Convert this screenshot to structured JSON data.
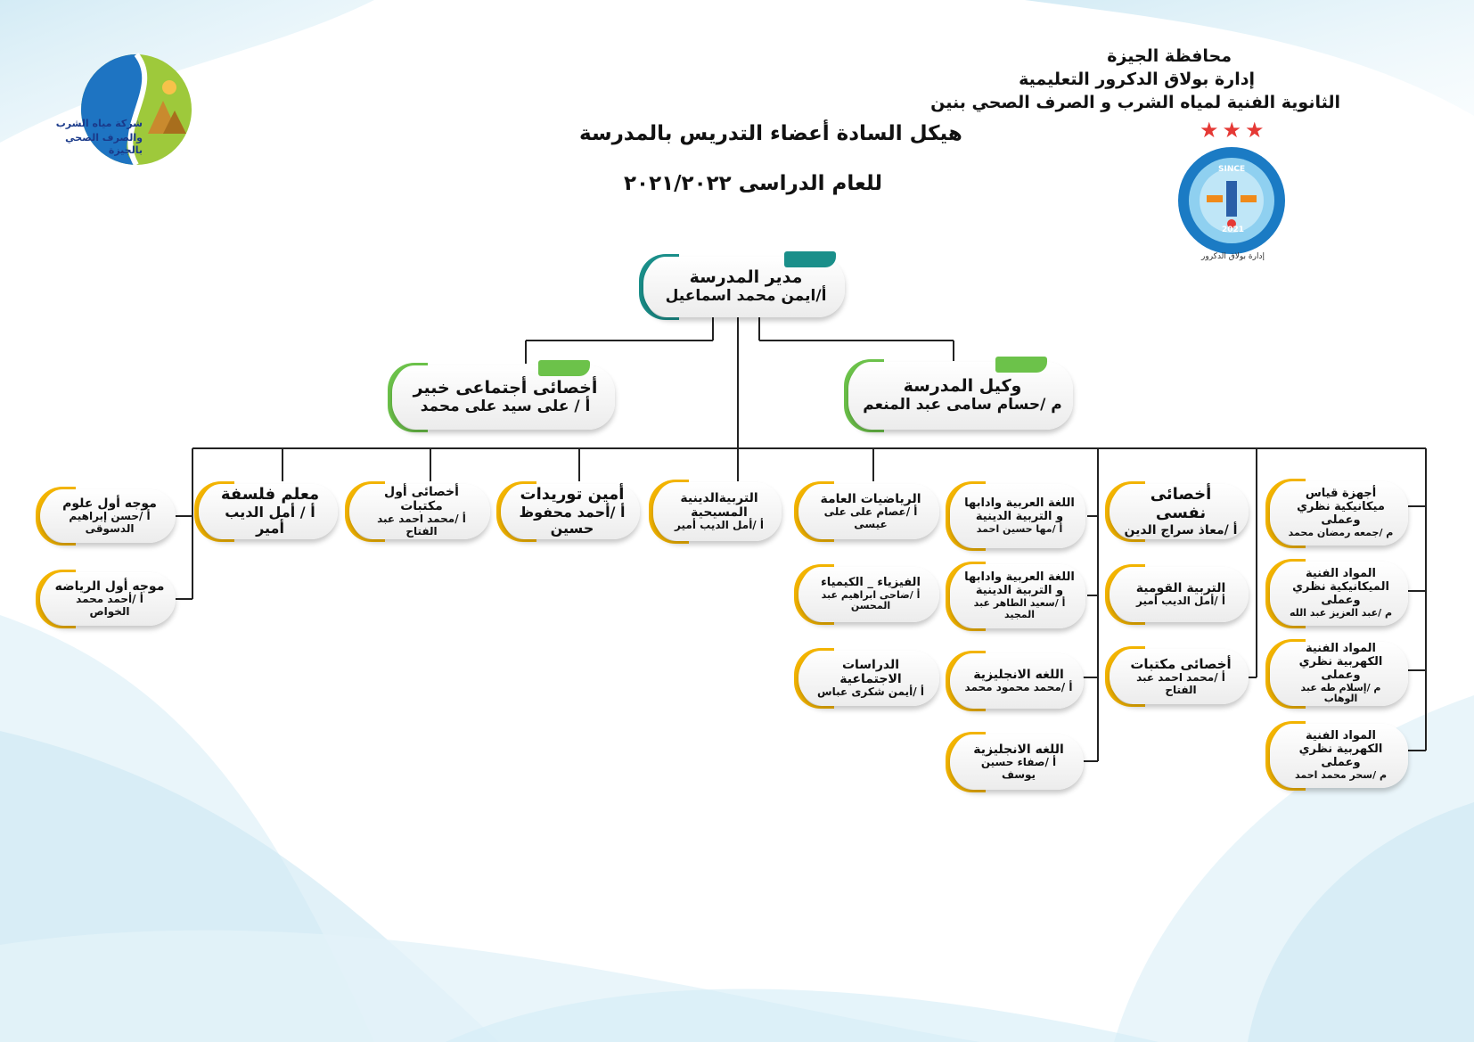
{
  "header": {
    "governorate": "محافظة الجيزة",
    "administration": "إدارة بولاق الدكرور التعليمية",
    "school": "الثانوية الفنية لمياه الشرب و الصرف الصحي بنين"
  },
  "titles": {
    "main": "هيكل السادة أعضاء التدريس بالمدرسة",
    "year": "للعام الدراسى ٢٠٢١/٢٠٢٢"
  },
  "logos": {
    "left_caption_1": "شركة مياه الشرب",
    "left_caption_2": "والصرف الصحي بالجيزة",
    "badge_since": "SINCE",
    "badge_year": "2021",
    "badge_credit": "إدارة بولاق الدكرور",
    "stars": "★★★"
  },
  "colors": {
    "teal": "#1a8f8a",
    "green": "#6cc24a",
    "yellow": "#f3b400",
    "line": "#222222"
  },
  "nodes": {
    "director": {
      "role": "مدير المدرسة",
      "name": "أ/ايمن محمد اسماعيل"
    },
    "social": {
      "role": "أخصائى أجتماعى خبير",
      "name": "أ / على سيد على محمد"
    },
    "deputy": {
      "role": "وكيل المدرسة",
      "name": "م /حسام سامى عبد المنعم"
    },
    "science_sup": {
      "role": "موجه أول علوم",
      "name": "أ /حسن إبراهيم الدسوقى"
    },
    "math_sup": {
      "role": "موجه أول الرياضه",
      "name": "أ /أحمد محمد الخواص"
    },
    "philosophy": {
      "role": "معلم فلسفة",
      "name": "أ / أمل الديب أمير"
    },
    "library_first": {
      "role": "أخصائى أول مكتبات",
      "name": "أ /محمد احمد عبد الفتاح"
    },
    "supplies": {
      "role": "أمين توريدات",
      "name": "أ /أحمد محفوظ حسين"
    },
    "christian": {
      "role": "التربيةالدينية المسيحية",
      "name": "أ /أمل الديب أمير"
    },
    "gen_math": {
      "role": "الرياضيات العامة",
      "name": "أ /عصام على على عيسى"
    },
    "phys_chem": {
      "role": "الفيزياء _ الكيمياء",
      "name": "أ /ضاحى ابراهيم عبد المحسن"
    },
    "social_studies": {
      "role": "الدراسات الاجتماعية",
      "name": "أ /أيمن شكرى عباس"
    },
    "arabic1": {
      "role": "اللغة العربية وادابها و التربية الدينية",
      "name": "أ /مها حسين احمد"
    },
    "arabic2": {
      "role": "اللغة العربية وادابها و التربية الدينية",
      "name": "أ /سعيد الطاهر عبد المجيد"
    },
    "english1": {
      "role": "اللغه الانجليزية",
      "name": "أ /محمد محمود محمد"
    },
    "english2": {
      "role": "اللغه الانجليزية",
      "name": "أ /صفاء حسين يوسف"
    },
    "psych": {
      "role": "أخصائى نفسى",
      "name": "أ /معاذ سراج الدين"
    },
    "national": {
      "role": "التربية القومية",
      "name": "أ /أمل الديب أمير"
    },
    "library": {
      "role": "أخصائى مكتبات",
      "name": "أ /محمد احمد عبد الفتاح"
    },
    "mech_measure": {
      "role": "أجهزة قياس ميكانيكية نظري وعملى",
      "name": "م /جمعه رمضان محمد"
    },
    "mech_tech": {
      "role": "المواد الفنية الميكانيكية نظري وعملى",
      "name": "م /عبد العزيز عبد الله"
    },
    "elec_tech1": {
      "role": "المواد الفنية الكهربية نظري وعملى",
      "name": "م /إسلام طه عبد الوهاب"
    },
    "elec_tech2": {
      "role": "المواد الفنية الكهربية نظري وعملى",
      "name": "م /سحر محمد احمد"
    }
  }
}
